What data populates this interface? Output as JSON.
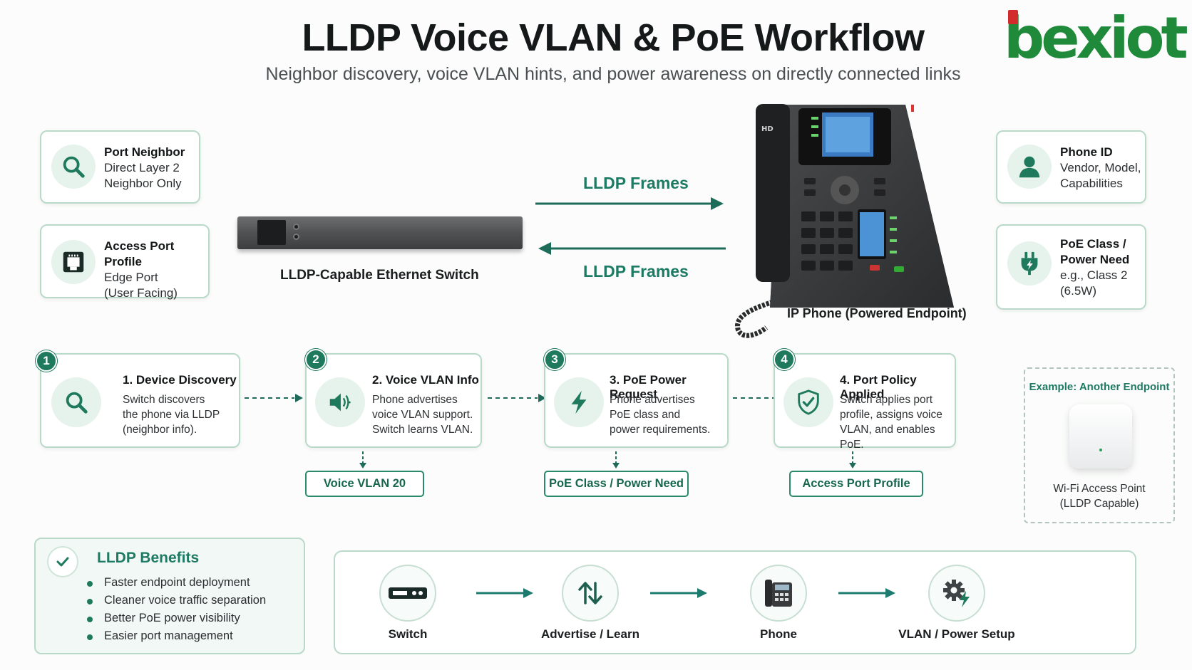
{
  "header": {
    "title": "LLDP Voice VLAN & PoE Workflow",
    "subtitle": "Neighbor discovery, voice VLAN hints, and power awareness on directly connected links",
    "logo": "bexiot"
  },
  "info_cards": {
    "port_neighbor": {
      "title": "Port Neighbor",
      "lines": [
        "Direct Layer 2",
        "Neighbor Only"
      ]
    },
    "access_port_profile": {
      "title": "Access Port Profile",
      "lines": [
        "Edge Port",
        "(User Facing)"
      ]
    },
    "phone_id": {
      "title": "Phone ID",
      "lines": [
        "Vendor, Model,",
        "Capabilities"
      ]
    },
    "poe_class": {
      "title_lines": [
        "PoE Class /",
        "Power Need"
      ],
      "lines": [
        "e.g., Class 2",
        "(6.5W)"
      ]
    }
  },
  "devices": {
    "switch_label": "LLDP-Capable Ethernet Switch",
    "phone_label": "IP Phone (Powered Endpoint)",
    "phone_badge": "HD"
  },
  "frames": {
    "top": "LLDP Frames",
    "bottom": "LLDP Frames"
  },
  "steps": [
    {
      "number": "1",
      "title": "1. Device Discovery",
      "desc": [
        "Switch discovers",
        "the phone via LLDP",
        "(neighbor info)."
      ]
    },
    {
      "number": "2",
      "title": "2. Voice VLAN Info",
      "desc": [
        "Phone advertises",
        "voice VLAN support.",
        "Switch learns VLAN."
      ],
      "result": "Voice VLAN 20"
    },
    {
      "number": "3",
      "title": "3. PoE Power Request",
      "desc": [
        "Phone advertises",
        "PoE class and",
        "power requirements."
      ],
      "result": "PoE Class / Power Need"
    },
    {
      "number": "4",
      "title": "4. Port Policy Applied",
      "desc": [
        "Switch applies port",
        "profile, assigns voice",
        "VLAN, and enables PoE."
      ],
      "result": "Access Port Profile"
    }
  ],
  "example": {
    "title": "Example: Another Endpoint",
    "lines": [
      "Wi-Fi Access Point",
      "(LLDP Capable)"
    ]
  },
  "benefits": {
    "title": "LLDP Benefits",
    "items": [
      "Faster endpoint deployment",
      "Cleaner voice traffic separation",
      "Better PoE power visibility",
      "Easier port management"
    ]
  },
  "flow": {
    "items": [
      {
        "label": "Switch",
        "icon": "switch-icon"
      },
      {
        "label": "Advertise / Learn",
        "icon": "up-down-arrows-icon"
      },
      {
        "label": "Phone",
        "icon": "desk-phone-icon"
      },
      {
        "label": "VLAN / Power Setup",
        "icon": "gear-bolt-icon"
      }
    ]
  },
  "colors": {
    "accent": "#1f7a5d",
    "brand": "#1f8a3a",
    "card_border": "#b9d9c9"
  }
}
